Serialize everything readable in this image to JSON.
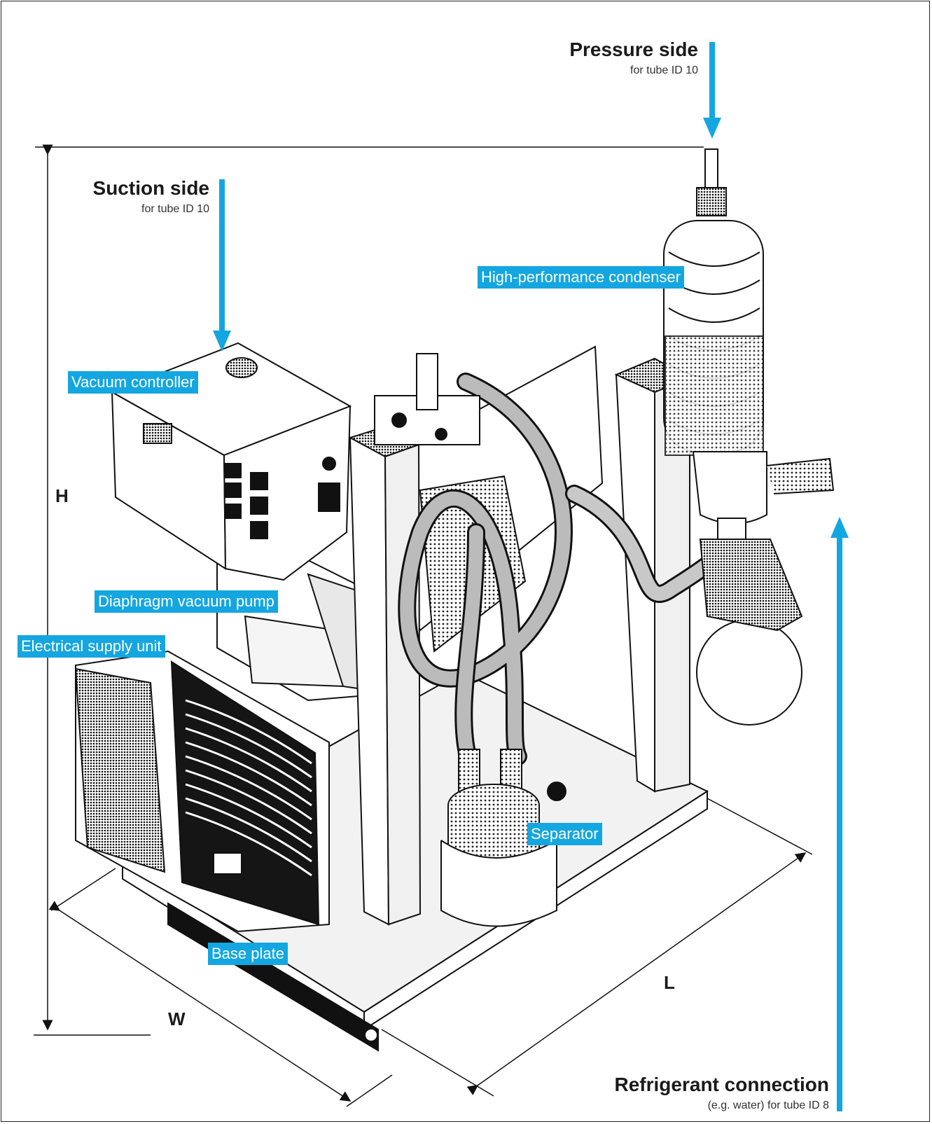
{
  "callouts": {
    "pressure_side": {
      "title": "Pressure side",
      "sub": "for tube ID 10"
    },
    "suction_side": {
      "title": "Suction side",
      "sub": "for tube ID 10"
    },
    "refrigerant": {
      "title": "Refrigerant connection",
      "sub": "(e.g. water) for tube ID 8"
    }
  },
  "labels": {
    "condenser": "High-performance condenser",
    "controller": "Vacuum controller",
    "pump": "Diaphragm vacuum pump",
    "supply": "Electrical supply unit",
    "separator": "Separator",
    "base": "Base plate"
  },
  "dimensions": {
    "height": "H",
    "width": "W",
    "length": "L"
  },
  "colors": {
    "accent": "#14a6e0"
  }
}
